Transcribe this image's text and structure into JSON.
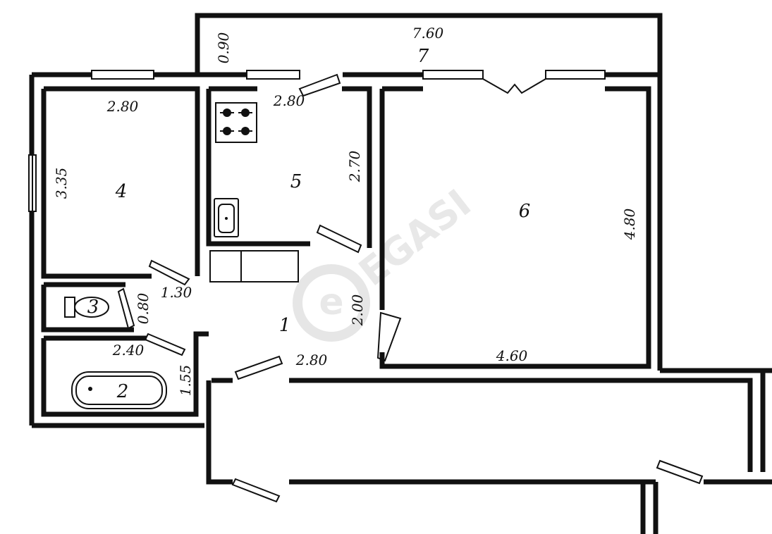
{
  "watermark": {
    "text": "EGASI",
    "mark": "e"
  },
  "rooms": {
    "hall": "1",
    "bathroom": "2",
    "toilet": "3",
    "bedroom": "4",
    "kitchen": "5",
    "living_room": "6",
    "balcony": "7"
  },
  "dimensions": {
    "balcony_length": "7.60",
    "balcony_width": "0.90",
    "bedroom_width": "2.80",
    "bedroom_length": "3.35",
    "kitchen_width": "2.80",
    "kitchen_length": "2.70",
    "living_length": "4.80",
    "living_width": "4.60",
    "hall_width_top": "1.30",
    "toilet_width": "0.80",
    "hall_width": "2.00",
    "hall_length": "2.80",
    "bath_width": "2.40",
    "bath_length": "1.55"
  },
  "icons": {
    "stove": "stove-icon",
    "sink": "sink-icon",
    "bathtub": "bathtub-icon",
    "toilet_bowl": "toilet-icon"
  }
}
